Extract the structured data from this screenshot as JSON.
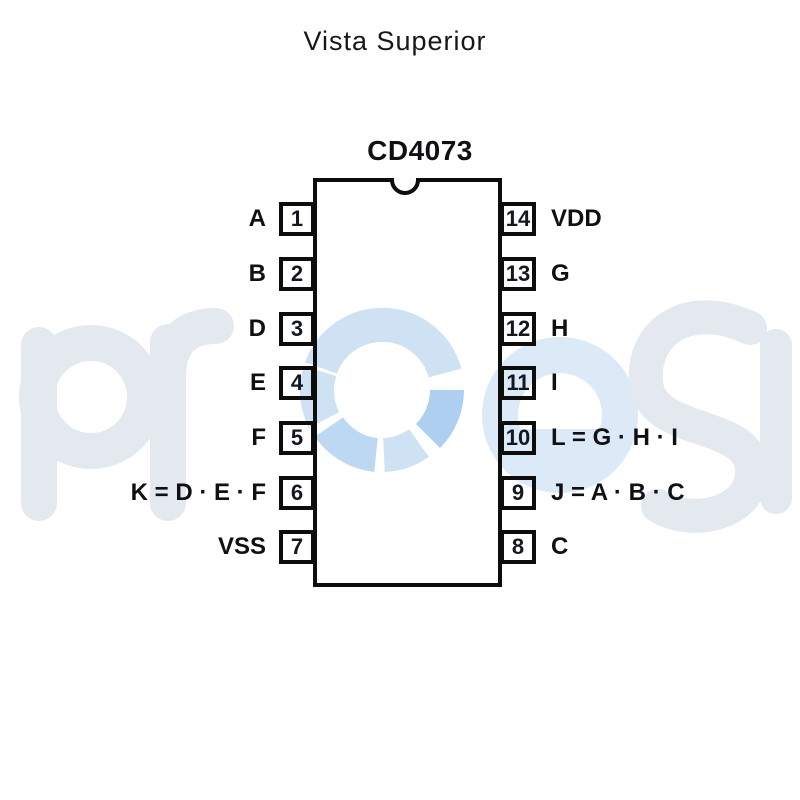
{
  "page": {
    "title": "Vista Superior"
  },
  "chip": {
    "name": "CD4073",
    "left_pins": [
      {
        "number": "1",
        "label": "A"
      },
      {
        "number": "2",
        "label": "B"
      },
      {
        "number": "3",
        "label": "D"
      },
      {
        "number": "4",
        "label": "E"
      },
      {
        "number": "5",
        "label": "F"
      },
      {
        "number": "6",
        "label": "K = D · E · F"
      },
      {
        "number": "7",
        "label": "VSS"
      }
    ],
    "right_pins": [
      {
        "number": "14",
        "label": "VDD"
      },
      {
        "number": "13",
        "label": "G"
      },
      {
        "number": "12",
        "label": "H"
      },
      {
        "number": "11",
        "label": "I"
      },
      {
        "number": "10",
        "label": "L = G · H · I"
      },
      {
        "number": "9",
        "label": "J = A · B · C"
      },
      {
        "number": "8",
        "label": "C"
      }
    ]
  },
  "watermark": {
    "text": "proesi",
    "colors": {
      "gray": "#e4e9ef",
      "blue_light": "#cfe2f4",
      "blue_mid": "#bcd8f2",
      "blue_dark": "#aecff0",
      "blue_e": "#dce9f7"
    }
  },
  "colors": {
    "ink": "#0d0d0d",
    "background": "#ffffff"
  }
}
